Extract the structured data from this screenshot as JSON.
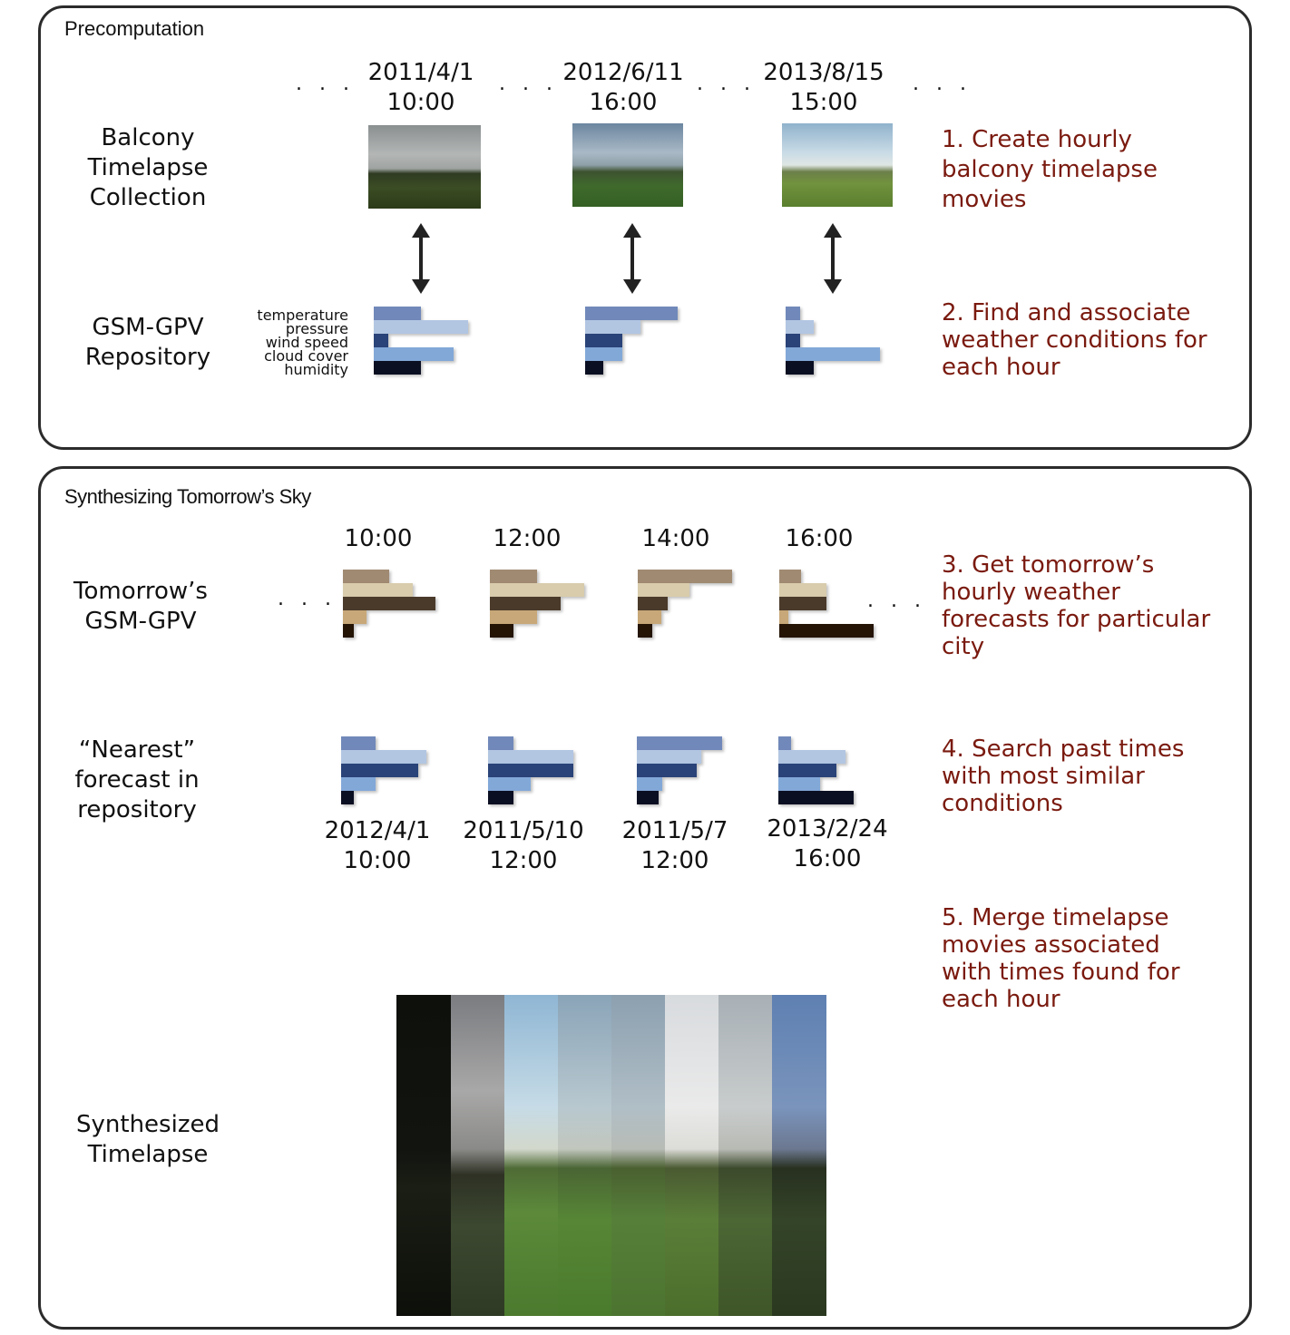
{
  "precomputation": {
    "title": "Precomputation",
    "dots": ". . .",
    "times": [
      {
        "date": "2011/4/1",
        "time": "10:00"
      },
      {
        "date": "2012/6/11",
        "time": "16:00"
      },
      {
        "date": "2013/8/15",
        "time": "15:00"
      }
    ],
    "rows": {
      "balcony": "Balcony\nTimelapse\nCollection",
      "gsm": "GSM-GPV\nRepository"
    },
    "variables": [
      "temperature",
      "pressure",
      "wind speed",
      "cloud cover",
      "humidity"
    ],
    "weather": [
      [
        0.5,
        1.0,
        0.15,
        0.85,
        0.5
      ],
      [
        1.0,
        0.6,
        0.4,
        0.4,
        0.2
      ],
      [
        0.15,
        0.3,
        0.15,
        1.0,
        0.3
      ]
    ],
    "steps": {
      "step1": "1. Create hourly\nbalcony timelapse\nmovies",
      "step2": "2. Find and associate\nweather conditions for\neach hour"
    }
  },
  "synthesis": {
    "title": "Synthesizing Tomorrow’s Sky",
    "dots": ". . .",
    "forecast_hours": [
      "10:00",
      "12:00",
      "14:00",
      "16:00"
    ],
    "rows": {
      "tomorrow": "Tomorrow’s\nGSM-GPV",
      "nearest": "“Nearest”\nforecast in\nrepository",
      "synth": "Synthesized\nTimelapse"
    },
    "forecast_weather": [
      [
        0.5,
        0.75,
        1.0,
        0.25,
        0.12
      ],
      [
        0.5,
        1.0,
        0.75,
        0.5,
        0.25
      ],
      [
        1.0,
        0.55,
        0.32,
        0.25,
        0.15
      ],
      [
        0.23,
        0.5,
        0.5,
        0.1,
        1.0
      ]
    ],
    "matches": [
      {
        "date": "2012/4/1",
        "time": "10:00",
        "weather": [
          0.4,
          1.0,
          0.9,
          0.4,
          0.15
        ]
      },
      {
        "date": "2011/5/10",
        "time": "12:00",
        "weather": [
          0.3,
          1.0,
          1.0,
          0.5,
          0.3
        ]
      },
      {
        "date": "2011/5/7",
        "time": "12:00",
        "weather": [
          1.0,
          0.75,
          0.7,
          0.3,
          0.25
        ]
      },
      {
        "date": "2013/2/24",
        "time": "16:00",
        "weather": [
          0.15,
          0.8,
          0.7,
          0.5,
          0.9
        ]
      }
    ],
    "steps": {
      "step3": "3. Get tomorrow’s\nhourly weather\nforecasts for particular\ncity",
      "step4": "4. Search past times\nwith most similar\nconditions",
      "step5": "5. Merge timelapse\nmovies associated\nwith times found for\neach hour"
    }
  },
  "colors": {
    "blue_bars": [
      "#7189ba",
      "#b2c6e2",
      "#2a4378",
      "#82a8d8",
      "#0b0f22"
    ],
    "brown_bars": [
      "#a08a72",
      "#d8ccac",
      "#4a3a2a",
      "#c8a878",
      "#241406"
    ],
    "step_text": "#7a1a0f"
  }
}
